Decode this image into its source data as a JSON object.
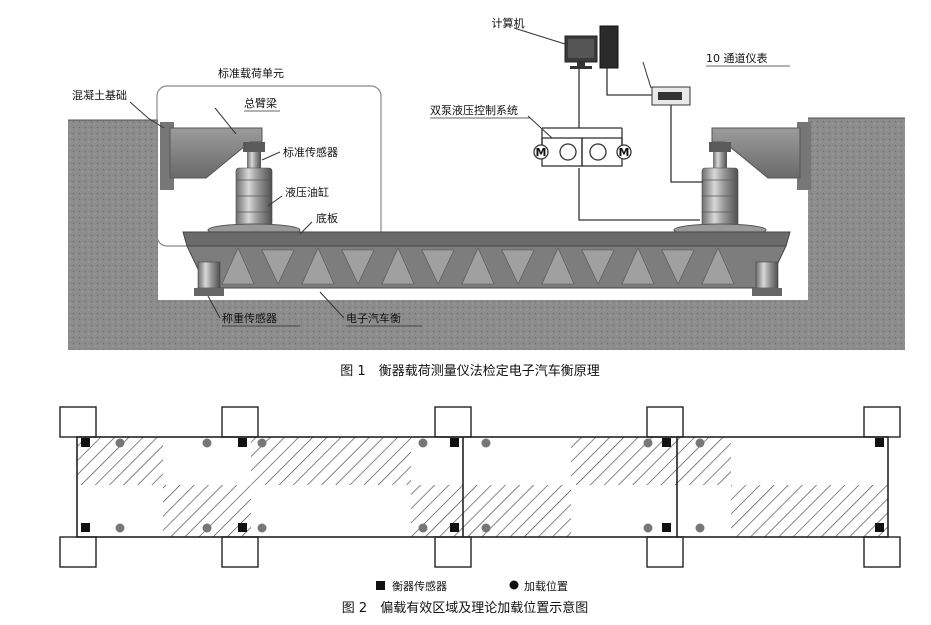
{
  "figure1": {
    "caption": "图 1　衡器载荷测量仪法检定电子汽车衡原理",
    "labels": {
      "computer": "计算机",
      "instrument": "10 通道仪表",
      "standard_load_unit": "标准载荷单元",
      "concrete_foundation": "混凝土基础",
      "main_arm_beam": "总臂梁",
      "standard_sensor": "标准传感器",
      "dual_pump_system": "双泵液压控制系统",
      "hydraulic_cylinder": "液压油缸",
      "base_plate": "底板",
      "weighing_sensor": "称重传感器",
      "truck_scale": "电子汽车衡"
    },
    "motor_symbol": "M"
  },
  "figure2": {
    "caption": "图 2　偏载有效区域及理论加载位置示意图",
    "legend": {
      "sensor": "衡器传感器",
      "load": "加载位置"
    }
  }
}
